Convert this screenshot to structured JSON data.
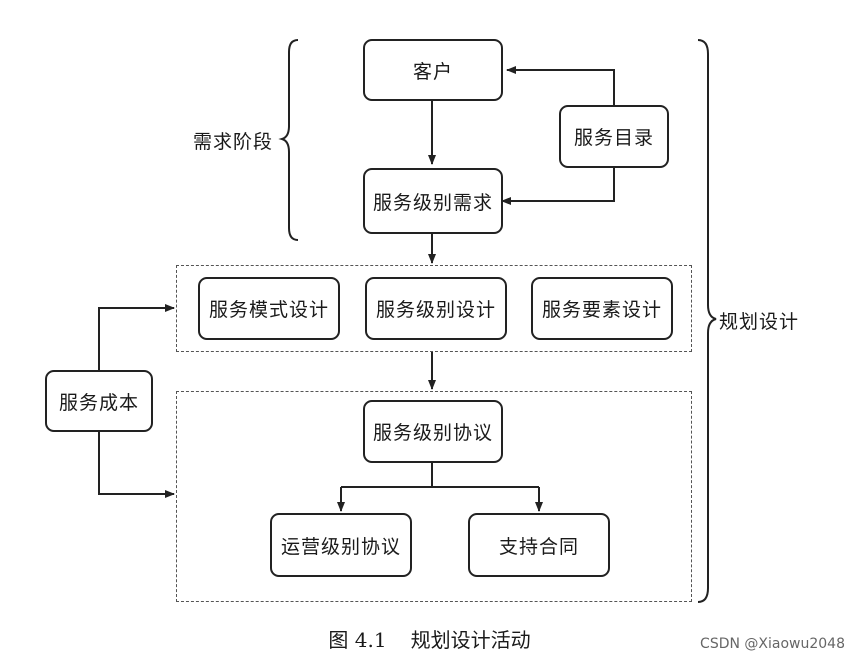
{
  "diagram": {
    "nodes": {
      "customer": "客户",
      "service_catalog": "服务目录",
      "service_level_requirement": "服务级别需求",
      "service_mode_design": "服务模式设计",
      "service_level_design": "服务级别设计",
      "service_element_design": "服务要素设计",
      "service_cost": "服务成本",
      "service_level_agreement": "服务级别协议",
      "operational_level_agreement": "运营级别协议",
      "underpinning_contract": "支持合同"
    },
    "labels": {
      "requirement_phase": "需求阶段",
      "planning_design": "规划设计"
    }
  },
  "caption": {
    "figure_number": "图 4.1",
    "title": "规划设计活动"
  },
  "watermark": "CSDN @Xiaowu2048",
  "colors": {
    "line": "#222222",
    "dashed_border": "#555555",
    "background": "#ffffff"
  }
}
